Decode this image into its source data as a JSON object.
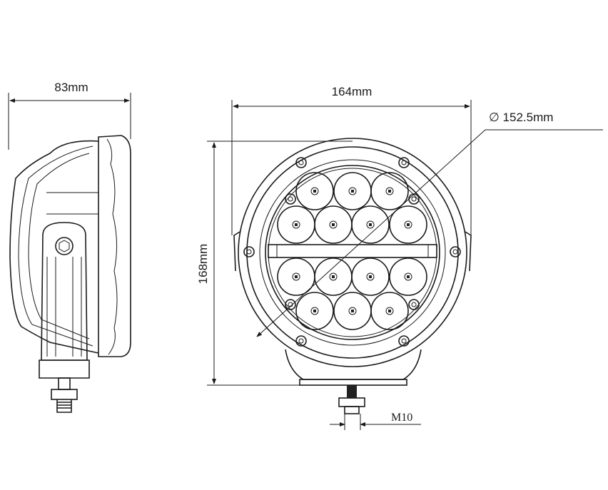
{
  "dimensions": {
    "depth": "83mm",
    "width": "164mm",
    "height": "168mm",
    "lens_diameter": "∅ 152.5mm",
    "thread": "M10"
  },
  "colors": {
    "line": "#1a1a1a",
    "background": "#ffffff"
  }
}
